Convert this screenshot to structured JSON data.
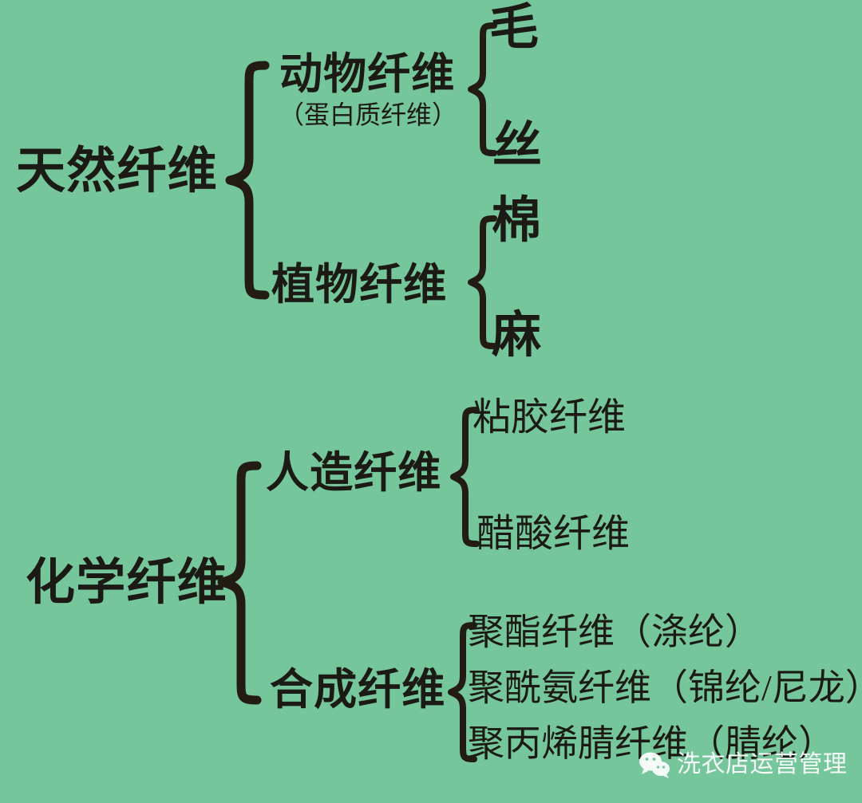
{
  "background_color": "#76c69c",
  "ink_color": "#231c14",
  "diagram": {
    "title_text_present": false,
    "roots": [
      {
        "id": "natural",
        "label": "天然纤维",
        "children": [
          {
            "id": "animal",
            "label": "动物纤维",
            "sublabel": "（蛋白质纤维）",
            "children": [
              {
                "id": "wool",
                "label": "毛"
              },
              {
                "id": "silk",
                "label": "丝"
              }
            ]
          },
          {
            "id": "plant",
            "label": "植物纤维",
            "children": [
              {
                "id": "cotton",
                "label": "棉"
              },
              {
                "id": "hemp",
                "label": "麻"
              }
            ]
          }
        ]
      },
      {
        "id": "chemical",
        "label": "化学纤维",
        "children": [
          {
            "id": "manmade",
            "label": "人造纤维",
            "children": [
              {
                "id": "viscose",
                "label": "粘胶纤维"
              },
              {
                "id": "acetate",
                "label": "醋酸纤维"
              }
            ]
          },
          {
            "id": "synthetic",
            "label": "合成纤维",
            "children": [
              {
                "id": "polyester",
                "label": "聚酯纤维（涤纶）"
              },
              {
                "id": "polyamide",
                "label": "聚酰氨纤维（锦纶/尼龙）"
              },
              {
                "id": "acrylic",
                "label": "聚丙烯腈纤维（腈纶）"
              }
            ]
          }
        ]
      }
    ]
  },
  "watermark": {
    "text": "洗衣店运营管理",
    "logo_name": "wechat-logo",
    "color": "#ffffff"
  }
}
